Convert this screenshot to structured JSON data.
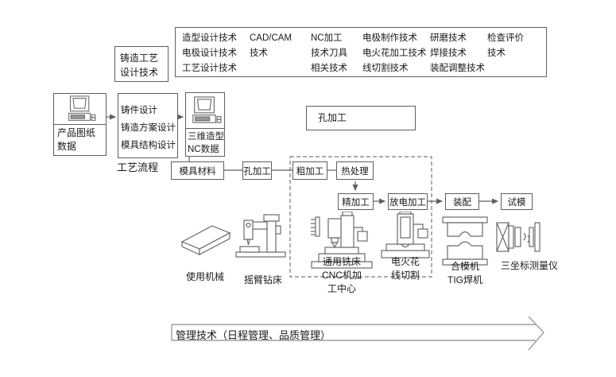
{
  "tech_box": {
    "columns": [
      {
        "lines": [
          "造型设计技术",
          "电极设计技术",
          "工艺设计技术"
        ]
      },
      {
        "lines": [
          "CAD/CAM",
          "技术"
        ]
      },
      {
        "lines": [
          "NC加工",
          "技术刀具",
          "相关技术"
        ]
      },
      {
        "lines": [
          "电极制作技术",
          "电火花加工技术",
          "线切割技术"
        ]
      },
      {
        "lines": [
          "研磨技术",
          "焊接技术",
          "装配调整技术"
        ]
      },
      {
        "lines": [
          "检查评价",
          "技术"
        ]
      }
    ]
  },
  "casting_box": {
    "lines": [
      "铸造工艺",
      "设计技术"
    ]
  },
  "product_box": {
    "icon": "computer-icon",
    "lines": [
      "产品图纸",
      "数据"
    ]
  },
  "design_box": {
    "lines": [
      "铸件设计",
      "铸造方案设计",
      "模具结构设计"
    ]
  },
  "process_flow_label": "工艺流程",
  "modeling_box": {
    "icon": "computer-icon",
    "lines": [
      "三维造型",
      "NC数据"
    ]
  },
  "hole_box_label": "孔加工",
  "flow": {
    "mold_material": "模具材料",
    "hole_machining": "孔加工",
    "rough": "粗加工",
    "heat": "热处理",
    "finish": "精加工",
    "edm": "放电加工",
    "assembly": "装配",
    "trial": "试模"
  },
  "machines": [
    {
      "icon": "material-block-icon",
      "lines": [
        "使用机械"
      ]
    },
    {
      "icon": "radial-drill-icon",
      "lines": [
        "摇臂钻床"
      ]
    },
    {
      "icon": "milling-machine-icon",
      "lines": [
        "通用铣床",
        "CNC机加",
        "工中心"
      ]
    },
    {
      "icon": "edm-wirecut-icon",
      "lines": [
        "电火花",
        "线切割"
      ]
    },
    {
      "icon": "mold-clamp-icon",
      "lines": [
        "合模机",
        "TIG焊机"
      ]
    },
    {
      "icon": "cmm-icon",
      "lines": [
        "三坐标测量仪"
      ]
    }
  ],
  "management_label": "管理技术（日程管理、品质管理）",
  "colors": {
    "line": "#5f5f5f",
    "dashed": "#777777",
    "arrow_band": "#8a8a8a",
    "text": "#1a1a1a",
    "background": "#ffffff",
    "icon_fill": "#9a9a9a"
  }
}
